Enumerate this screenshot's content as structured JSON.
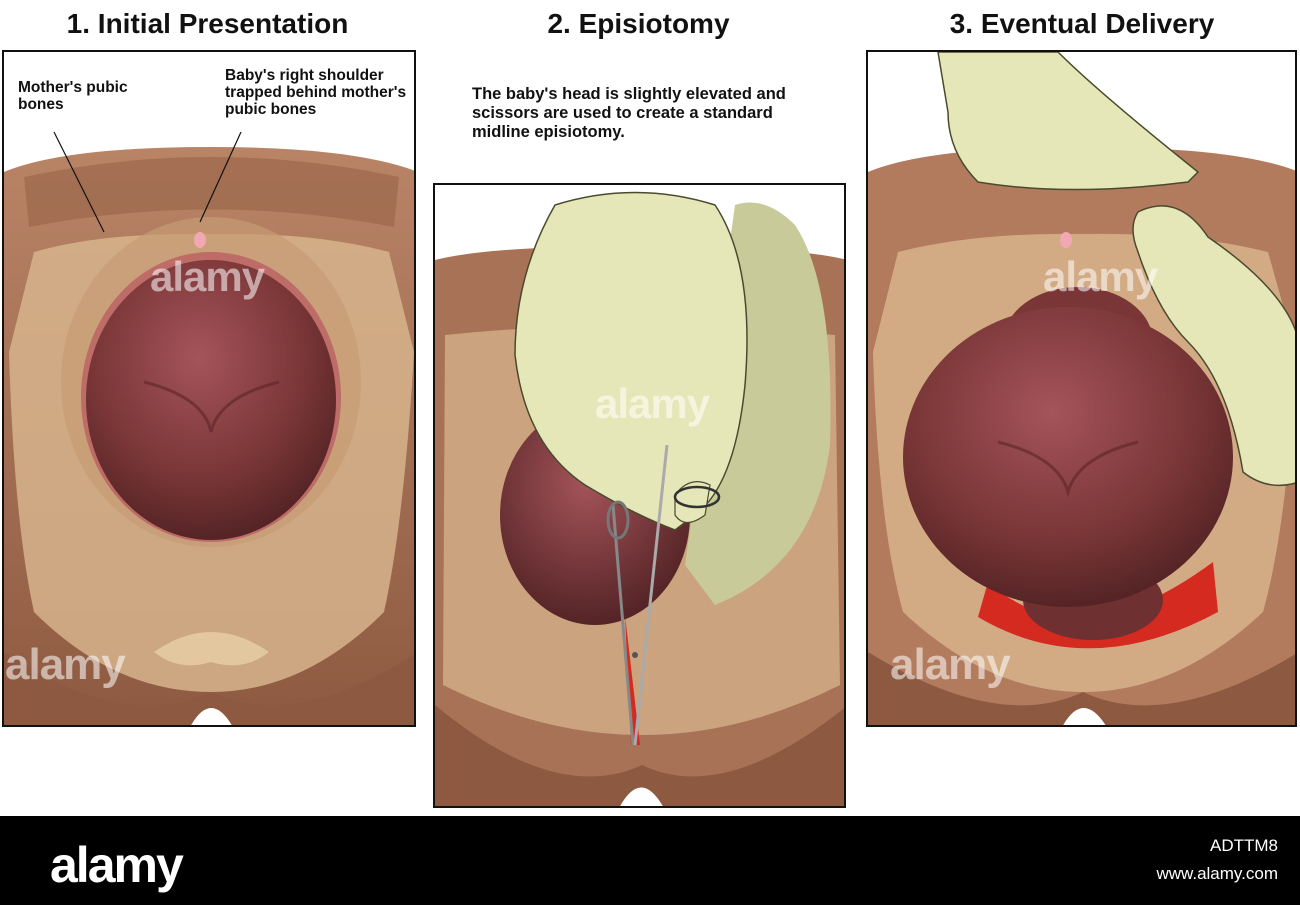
{
  "panels": [
    {
      "title": "1. Initial Presentation"
    },
    {
      "title": "2. Episiotomy"
    },
    {
      "title": "3. Eventual Delivery"
    }
  ],
  "labels": {
    "pubic_bones": "Mother's pubic bones",
    "shoulder": "Baby's right shoulder trapped behind mother's pubic bones"
  },
  "caption": "The baby's head is slightly elevated and scissors are used to create a standard midline episiotomy.",
  "watermark": "alamy",
  "footer": {
    "logo": "alamy",
    "image_id": "ADTTM8",
    "url": "www.alamy.com"
  },
  "colors": {
    "skin": "#a8765a",
    "bone": "#d9b98e",
    "baby_head": "#7e3b38",
    "glove": "#e6e7b8",
    "blood": "#d42a20"
  }
}
